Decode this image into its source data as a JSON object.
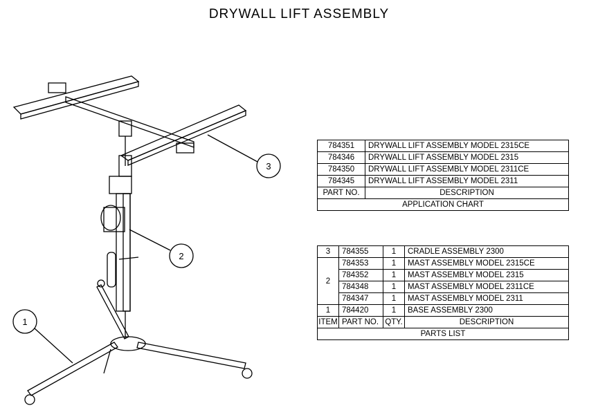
{
  "title": "DRYWALL LIFT ASSEMBLY",
  "application_chart": {
    "rows": [
      {
        "part_no": "784351",
        "description": "DRYWALL LIFT ASSEMBLY MODEL 2315CE"
      },
      {
        "part_no": "784346",
        "description": "DRYWALL LIFT ASSEMBLY MODEL 2315"
      },
      {
        "part_no": "784350",
        "description": "DRYWALL LIFT ASSEMBLY MODEL 2311CE"
      },
      {
        "part_no": "784345",
        "description": "DRYWALL LIFT ASSEMBLY MODEL 2311"
      }
    ],
    "headers": {
      "part_no": "PART NO.",
      "description": "DESCRIPTION"
    },
    "caption": "APPLICATION CHART"
  },
  "parts_list": {
    "rows": [
      {
        "item": "3",
        "part_no": "784355",
        "qty": "1",
        "description": "CRADLE ASSEMBLY 2300"
      },
      {
        "item": "2",
        "part_no": "784353",
        "qty": "1",
        "description": "MAST ASSEMBLY MODEL 2315CE"
      },
      {
        "part_no": "784352",
        "qty": "1",
        "description": "MAST ASSEMBLY MODEL 2315"
      },
      {
        "part_no": "784348",
        "qty": "1",
        "description": "MAST ASSEMBLY MODEL 2311CE"
      },
      {
        "part_no": "784347",
        "qty": "1",
        "description": "MAST ASSEMBLY MODEL 2311"
      },
      {
        "item": "1",
        "part_no": "784420",
        "qty": "1",
        "description": "BASE ASSEMBLY 2300"
      }
    ],
    "headers": {
      "item": "ITEM",
      "part_no": "PART NO.",
      "qty": "QTY.",
      "description": "DESCRIPTION"
    },
    "caption": "PARTS LIST"
  },
  "balloons": [
    "1",
    "2",
    "3"
  ]
}
